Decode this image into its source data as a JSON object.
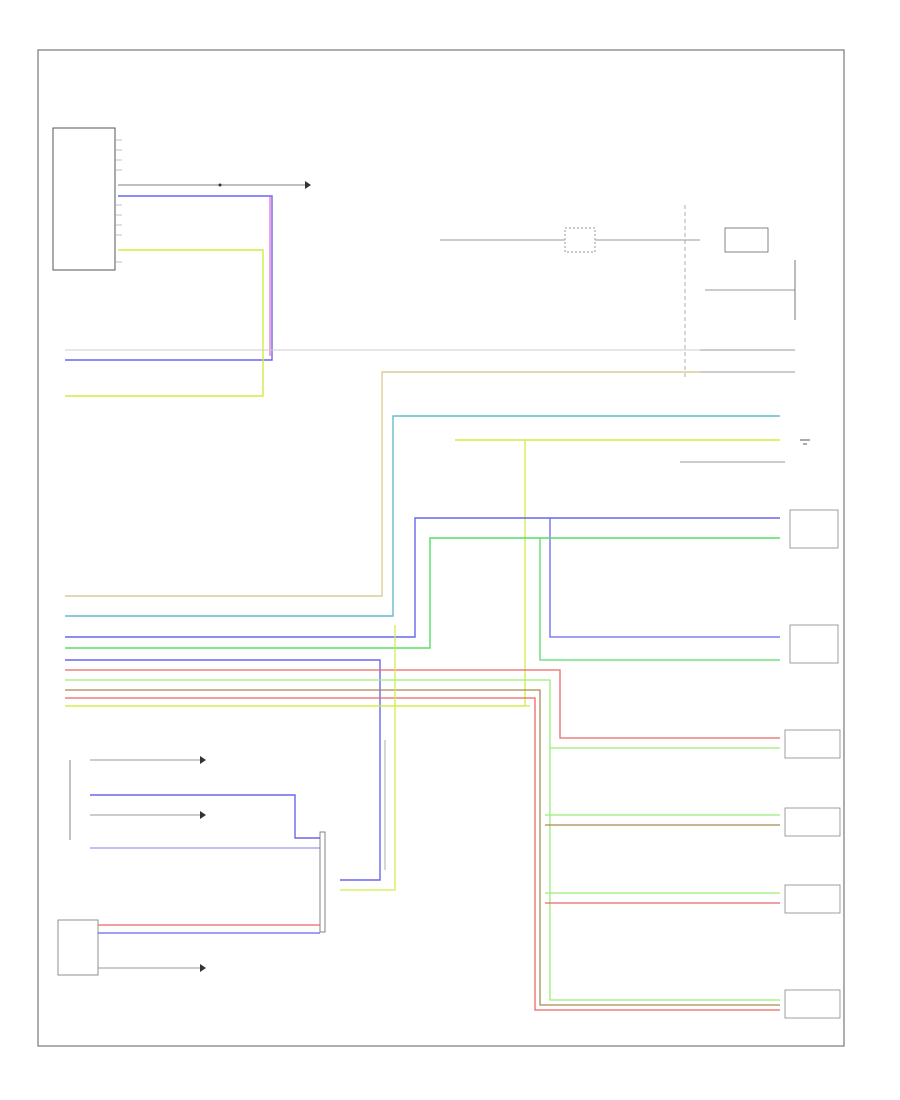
{
  "page": {
    "label": ""
  },
  "colors": {
    "frame": "#777777",
    "blue": "#6666ee",
    "pink": "#ee66cc",
    "yellow_green": "#ccee44",
    "tan": "#ddcc99",
    "teal": "#66bbcc",
    "green": "#55dd66",
    "light_green": "#99ee77",
    "red": "#ee6666",
    "brown": "#aa8855",
    "gray": "#999999"
  },
  "components": [
    {
      "id": "switch-module",
      "label": ""
    },
    {
      "id": "fuse-box",
      "label": ""
    },
    {
      "id": "ground-left",
      "label": ""
    },
    {
      "id": "door-switch-fl",
      "label": ""
    },
    {
      "id": "door-switch-fr",
      "label": ""
    },
    {
      "id": "door-switch-rr",
      "label": ""
    },
    {
      "id": "door-switch-rl",
      "label": ""
    },
    {
      "id": "lock-switch-main",
      "label": ""
    },
    {
      "id": "lock-switch-sub",
      "label": ""
    }
  ]
}
